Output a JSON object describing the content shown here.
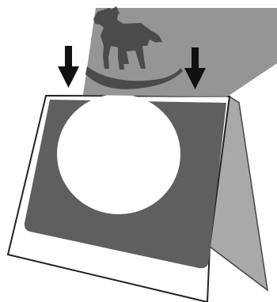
{
  "diagram": {
    "type": "illustration",
    "elements": [
      "back-panel",
      "front-card",
      "dark-mat",
      "circle-window",
      "transparent-overlay",
      "rocking-horse-silhouette",
      "arrow-left",
      "arrow-right"
    ]
  },
  "colors": {
    "card_fill": "#ffffff",
    "card_stroke": "#222222",
    "back_panel_fill": "#a9a9a9",
    "back_panel_stroke": "#444444",
    "mat_fill": "#5f5f5f",
    "overlay_fill": "#8f8f8f",
    "horse_fill": "#4b4b4b",
    "arrow_fill": "#111111"
  },
  "icons": {
    "horse": "rocking-horse-icon",
    "arrow": "down-arrow-icon"
  }
}
